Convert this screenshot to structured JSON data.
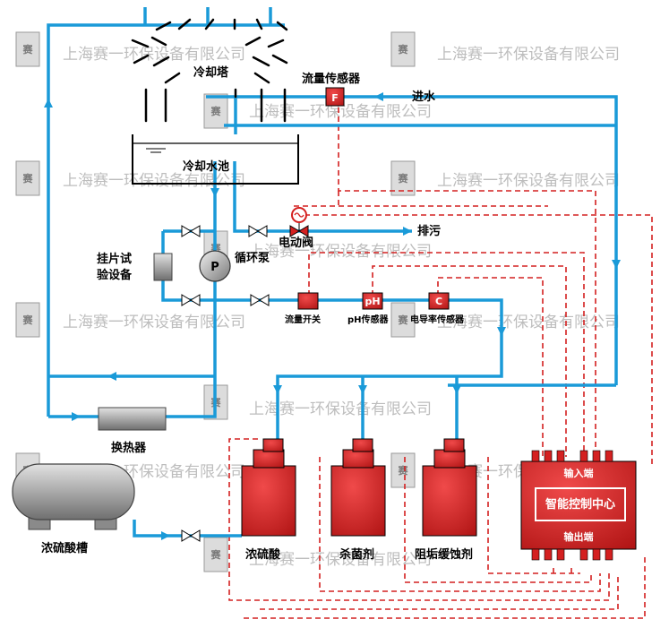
{
  "watermark": {
    "company": "上海赛一环保设备有限公司",
    "badge": "赛"
  },
  "labels": {
    "cooling_tower": "冷却塔",
    "flow_sensor": "流量传感器",
    "flow_sensor_badge": "F",
    "water_inlet": "进水",
    "cooling_basin": "冷却水池",
    "electric_valve": "电动阀",
    "discharge": "排污",
    "coupon_test_line1": "挂片试",
    "coupon_test_line2": "验设备",
    "pump_badge": "P",
    "circulation_pump": "循环泵",
    "flow_switch": "流量开关",
    "ph_badge": "pH",
    "ph_sensor": "pH传感器",
    "conductivity_badge": "C",
    "conductivity_sensor": "电导率传感器",
    "heat_exchanger": "换热器",
    "acid_tank": "浓硫酸槽",
    "tank_acid": "浓硫酸",
    "tank_biocide": "杀菌剂",
    "tank_inhibitor": "阻垢缓蚀剂",
    "controller_input": "输入端",
    "controller_title": "智能控制中心",
    "controller_output": "输出端"
  },
  "colors": {
    "pipe": "#1a9ad8",
    "signal": "#d42020",
    "equipment_red": "#d42020",
    "gray_equipment": "#a8a8a8"
  }
}
